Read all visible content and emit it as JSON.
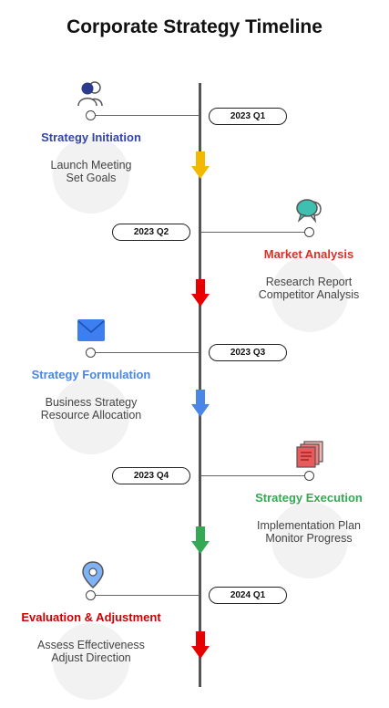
{
  "title": "Corporate Strategy Timeline",
  "colors": {
    "spine": "#555555",
    "phase1": "#3344aa",
    "phase2": "#d93025",
    "phase3": "#4a86e8",
    "phase4": "#34a853",
    "phase5": "#cc0000",
    "arrow1": "#f5b800",
    "arrow2": "#e60000",
    "arrow3": "#4a86e8",
    "arrow4": "#34a853",
    "arrow5": "#e60000"
  },
  "milestones": [
    {
      "date": "2023 Q1",
      "title": "Strategy Initiation",
      "items": [
        "Launch Meeting",
        "Set Goals"
      ],
      "icon": "people-icon"
    },
    {
      "date": "2023 Q2",
      "title": "Market Analysis",
      "items": [
        "Research Report",
        "Competitor Analysis"
      ],
      "icon": "chat-icon"
    },
    {
      "date": "2023 Q3",
      "title": "Strategy Formulation",
      "items": [
        "Business Strategy",
        "Resource Allocation"
      ],
      "icon": "envelope-icon"
    },
    {
      "date": "2023 Q4",
      "title": "Strategy Execution",
      "items": [
        "Implementation Plan",
        "Monitor Progress"
      ],
      "icon": "documents-icon"
    },
    {
      "date": "2024 Q1",
      "title": "Evaluation & Adjustment",
      "items": [
        "Assess Effectiveness",
        "Adjust Direction"
      ],
      "icon": "map-pin-icon"
    }
  ]
}
